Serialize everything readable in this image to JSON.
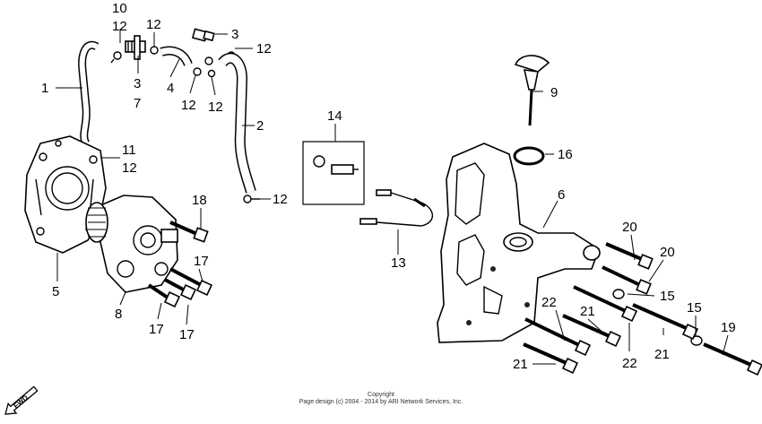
{
  "callouts": {
    "c1": "1",
    "c2": "2",
    "c3a": "3",
    "c3b": "3",
    "c4": "4",
    "c5": "5",
    "c6": "6",
    "c7": "7",
    "c8": "8",
    "c9": "9",
    "c10": "10",
    "c11": "11",
    "c12a": "12",
    "c12b": "12",
    "c12c": "12",
    "c12d": "12",
    "c12e": "12",
    "c12f": "12",
    "c12g": "12",
    "c13": "13",
    "c14": "14",
    "c15a": "15",
    "c15b": "15",
    "c16": "16",
    "c17a": "17",
    "c17b": "17",
    "c17c": "17",
    "c18": "18",
    "c19": "19",
    "c20a": "20",
    "c20b": "20",
    "c21a": "21",
    "c21b": "21",
    "c21c": "21",
    "c22a": "22",
    "c22b": "22"
  },
  "fwd_label": "FWD",
  "copyright": {
    "line1": "Copyright",
    "line2": "Page design (c) 2004 - 2014 by ARI Network Services, Inc."
  }
}
